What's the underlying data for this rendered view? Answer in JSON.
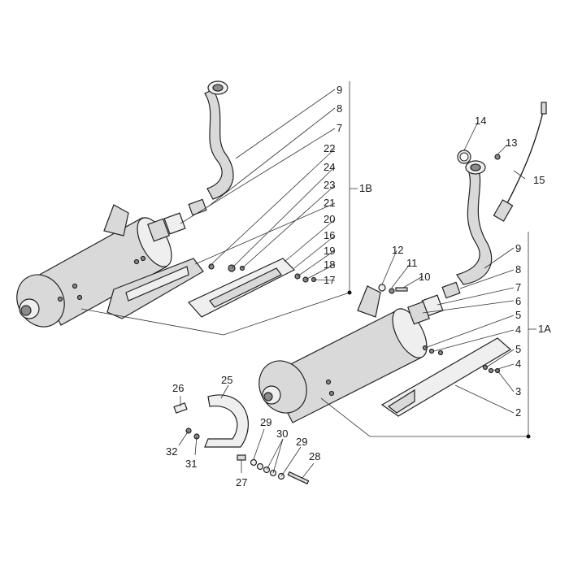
{
  "callouts_left": [
    "9",
    "8",
    "7",
    "22",
    "24",
    "23",
    "21",
    "20",
    "16",
    "19",
    "18",
    "17"
  ],
  "group_left": "1B",
  "callouts_right": [
    "9",
    "8",
    "7",
    "6",
    "5",
    "4",
    "5",
    "4",
    "3",
    "2"
  ],
  "group_right": "1A",
  "callouts_sensor": [
    "14",
    "13",
    "15"
  ],
  "callouts_center": [
    "12",
    "11",
    "10"
  ],
  "callouts_bracket": [
    "26",
    "25",
    "32",
    "31",
    "29",
    "30",
    "29",
    "28",
    "27"
  ]
}
